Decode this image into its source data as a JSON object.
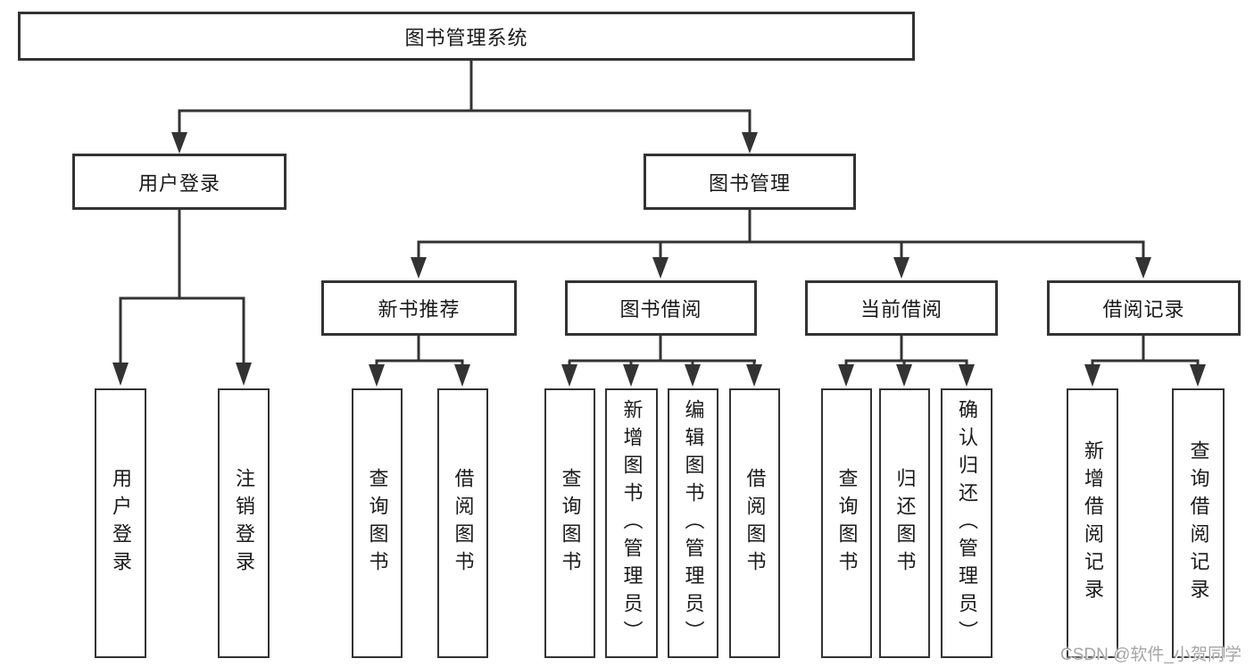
{
  "tree": {
    "root": {
      "label": "图书管理系统"
    },
    "branches": [
      {
        "label": "用户登录",
        "children": [
          {
            "label": "用户登录"
          },
          {
            "label": "注销登录"
          }
        ]
      },
      {
        "label": "图书管理",
        "children": [
          {
            "label": "新书推荐",
            "children": [
              {
                "label": "查询图书"
              },
              {
                "label": "借阅图书"
              }
            ]
          },
          {
            "label": "图书借阅",
            "children": [
              {
                "label": "查询图书"
              },
              {
                "label": "新增图书（管理员）"
              },
              {
                "label": "编辑图书（管理员）"
              },
              {
                "label": "借阅图书"
              }
            ]
          },
          {
            "label": "当前借阅",
            "children": [
              {
                "label": "查询图书"
              },
              {
                "label": "归还图书"
              },
              {
                "label": "确认归还（管理员）"
              }
            ]
          },
          {
            "label": "借阅记录",
            "children": [
              {
                "label": "新增借阅记录"
              },
              {
                "label": "查询借阅记录"
              }
            ]
          }
        ]
      }
    ]
  },
  "watermark": {
    "text": "CSDN @软件_小贺同学"
  },
  "colors": {
    "line": "#333333",
    "box_border": "#333333",
    "box_background": "#ffffff",
    "text": "#1a1a1a",
    "watermark": "#a6a6a6",
    "background": "#ffffff"
  }
}
